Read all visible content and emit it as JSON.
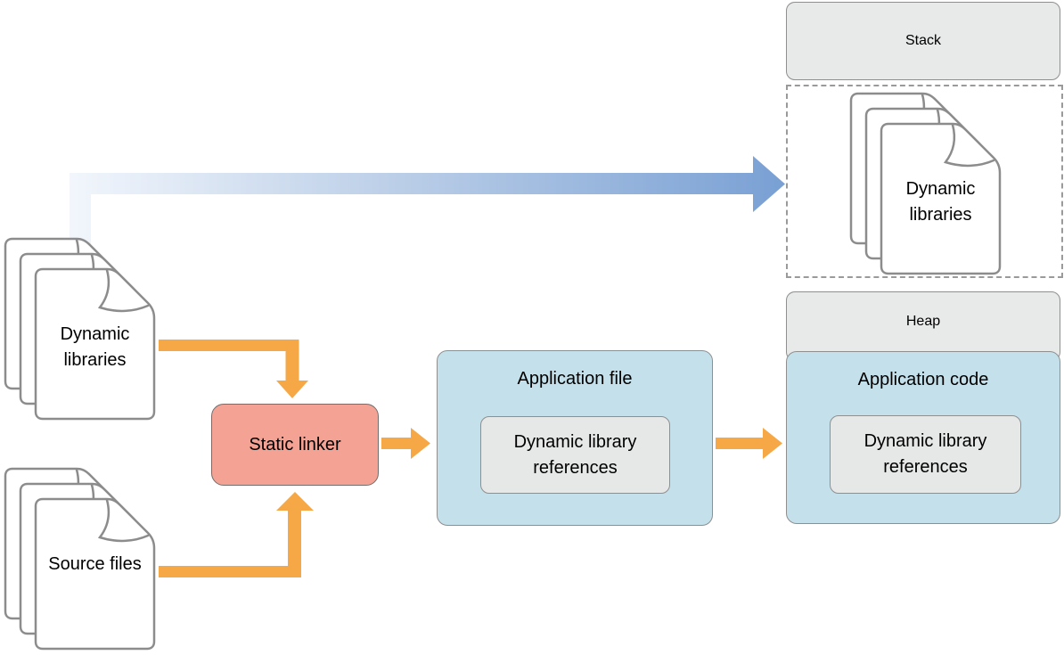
{
  "colors": {
    "arrow_orange": "#F5A845",
    "arrow_blue_start": "#F2F6FC",
    "arrow_blue_mid": "#BCCFE8",
    "arrow_blue_end": "#79A0D4",
    "blue_box_fill": "#C4E1EB",
    "inner_box_fill": "#E6E7E7",
    "memory_header_fill": "#E8E9E9",
    "linker_fill": "#F3A294",
    "border_gray": "#8F8F8F",
    "doc_outline": "#8C8C8C"
  },
  "memory_map": {
    "stack": {
      "label": "Stack"
    },
    "stack_contents": {
      "doc_label": "Dynamic libraries"
    },
    "heap": {
      "label": "Heap"
    },
    "application_code": {
      "label": "Application code",
      "inner_label": "Dynamic library references"
    }
  },
  "pipeline": {
    "dynamic_libraries_doc": {
      "label": "Dynamic libraries"
    },
    "source_files_doc": {
      "label": "Source files"
    },
    "static_linker": {
      "label": "Static linker"
    },
    "application_file": {
      "label": "Application file",
      "inner_label": "Dynamic library references"
    }
  }
}
